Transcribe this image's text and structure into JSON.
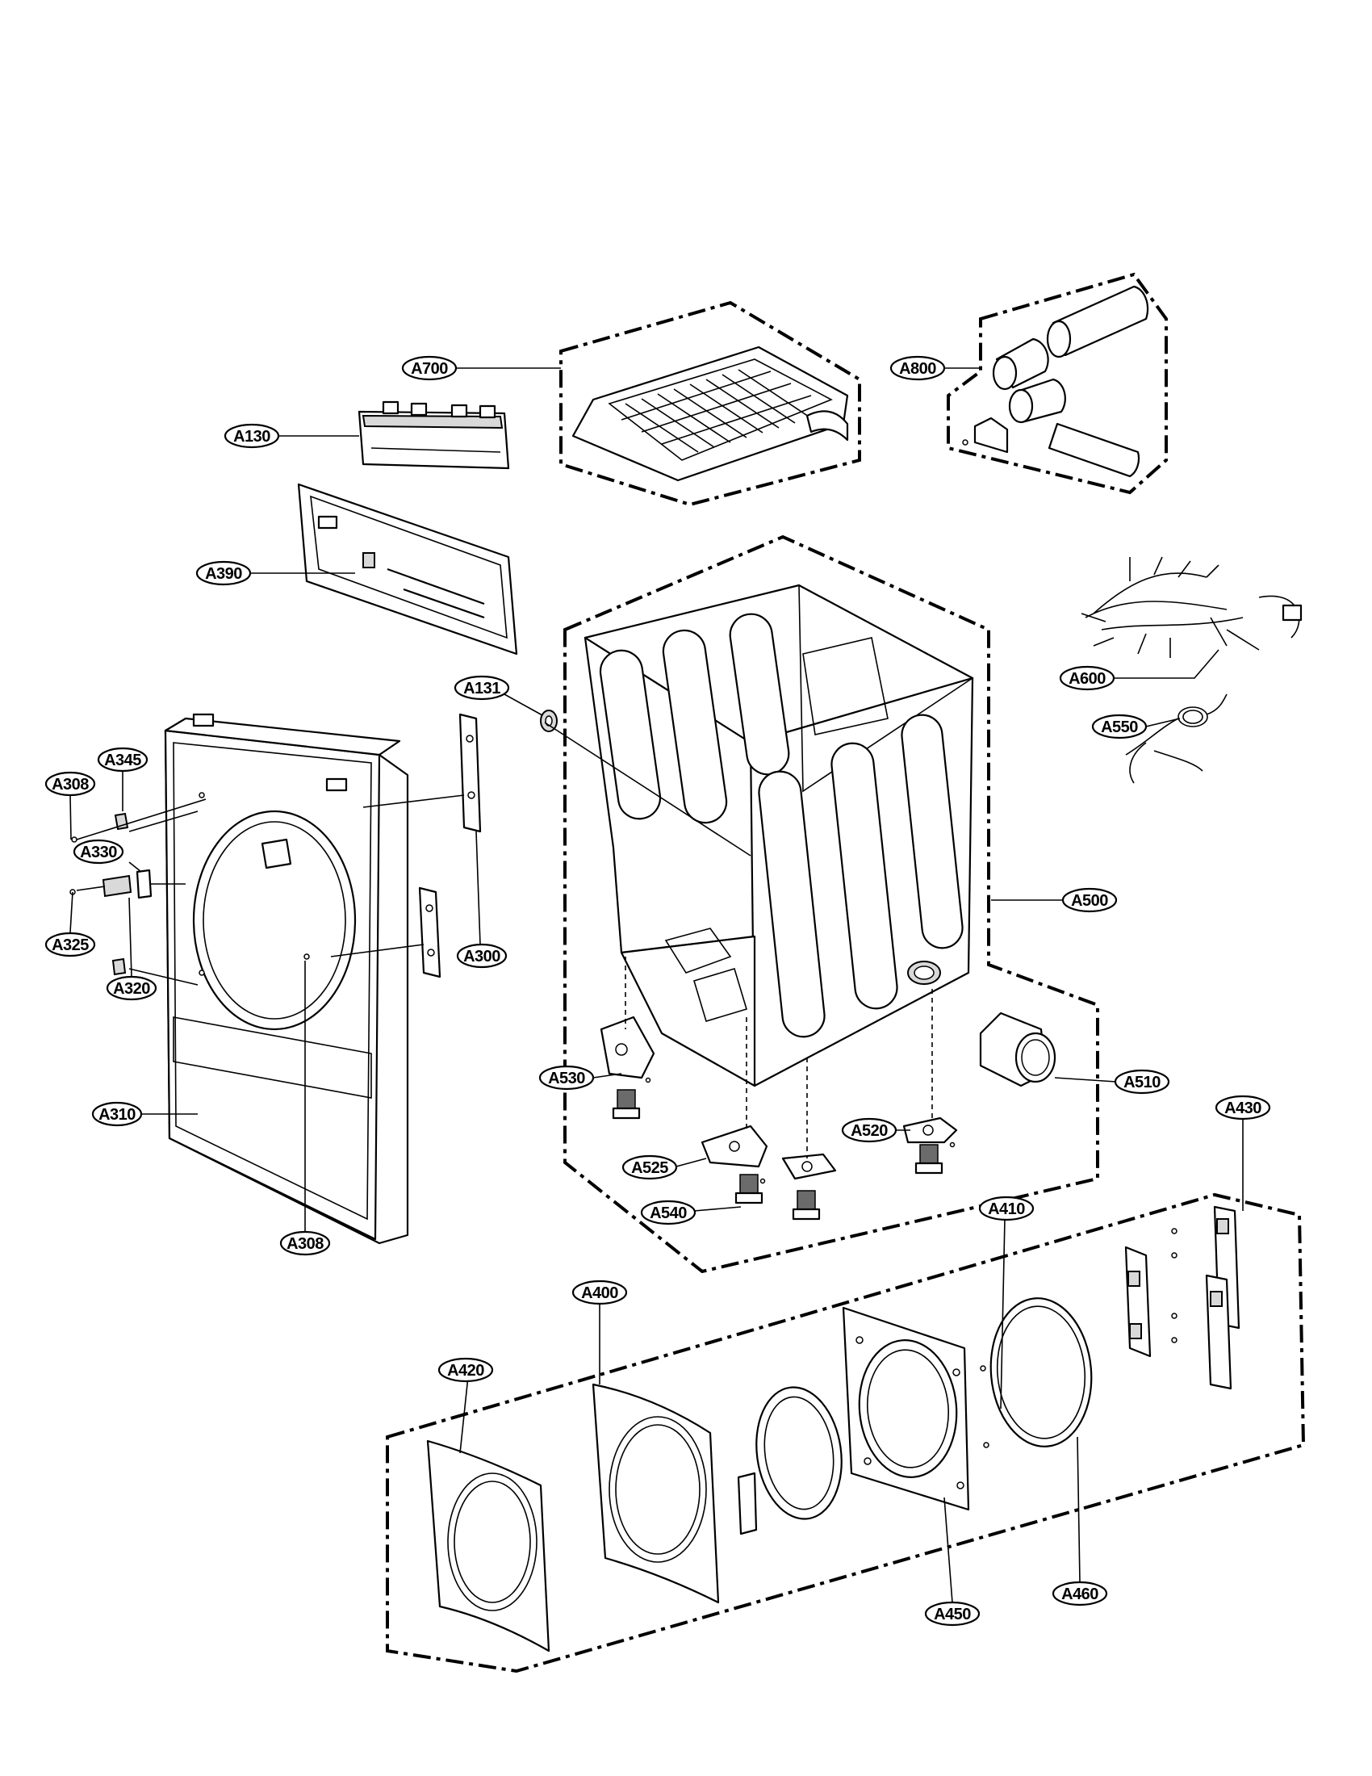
{
  "diagram": {
    "callouts": [
      {
        "id": "A700",
        "label": "A700"
      },
      {
        "id": "A800",
        "label": "A800"
      },
      {
        "id": "A130",
        "label": "A130"
      },
      {
        "id": "A390",
        "label": "A390"
      },
      {
        "id": "A600",
        "label": "A600"
      },
      {
        "id": "A131",
        "label": "A131"
      },
      {
        "id": "A550",
        "label": "A550"
      },
      {
        "id": "A345",
        "label": "A345"
      },
      {
        "id": "A308a",
        "label": "A308"
      },
      {
        "id": "A330",
        "label": "A330"
      },
      {
        "id": "A300",
        "label": "A300"
      },
      {
        "id": "A500",
        "label": "A500"
      },
      {
        "id": "A325",
        "label": "A325"
      },
      {
        "id": "A320",
        "label": "A320"
      },
      {
        "id": "A530",
        "label": "A530"
      },
      {
        "id": "A510",
        "label": "A510"
      },
      {
        "id": "A310",
        "label": "A310"
      },
      {
        "id": "A430",
        "label": "A430"
      },
      {
        "id": "A520",
        "label": "A520"
      },
      {
        "id": "A525",
        "label": "A525"
      },
      {
        "id": "A540",
        "label": "A540"
      },
      {
        "id": "A410",
        "label": "A410"
      },
      {
        "id": "A308b",
        "label": "A308"
      },
      {
        "id": "A400",
        "label": "A400"
      },
      {
        "id": "A420",
        "label": "A420"
      },
      {
        "id": "A460",
        "label": "A460"
      },
      {
        "id": "A450",
        "label": "A450"
      }
    ]
  }
}
